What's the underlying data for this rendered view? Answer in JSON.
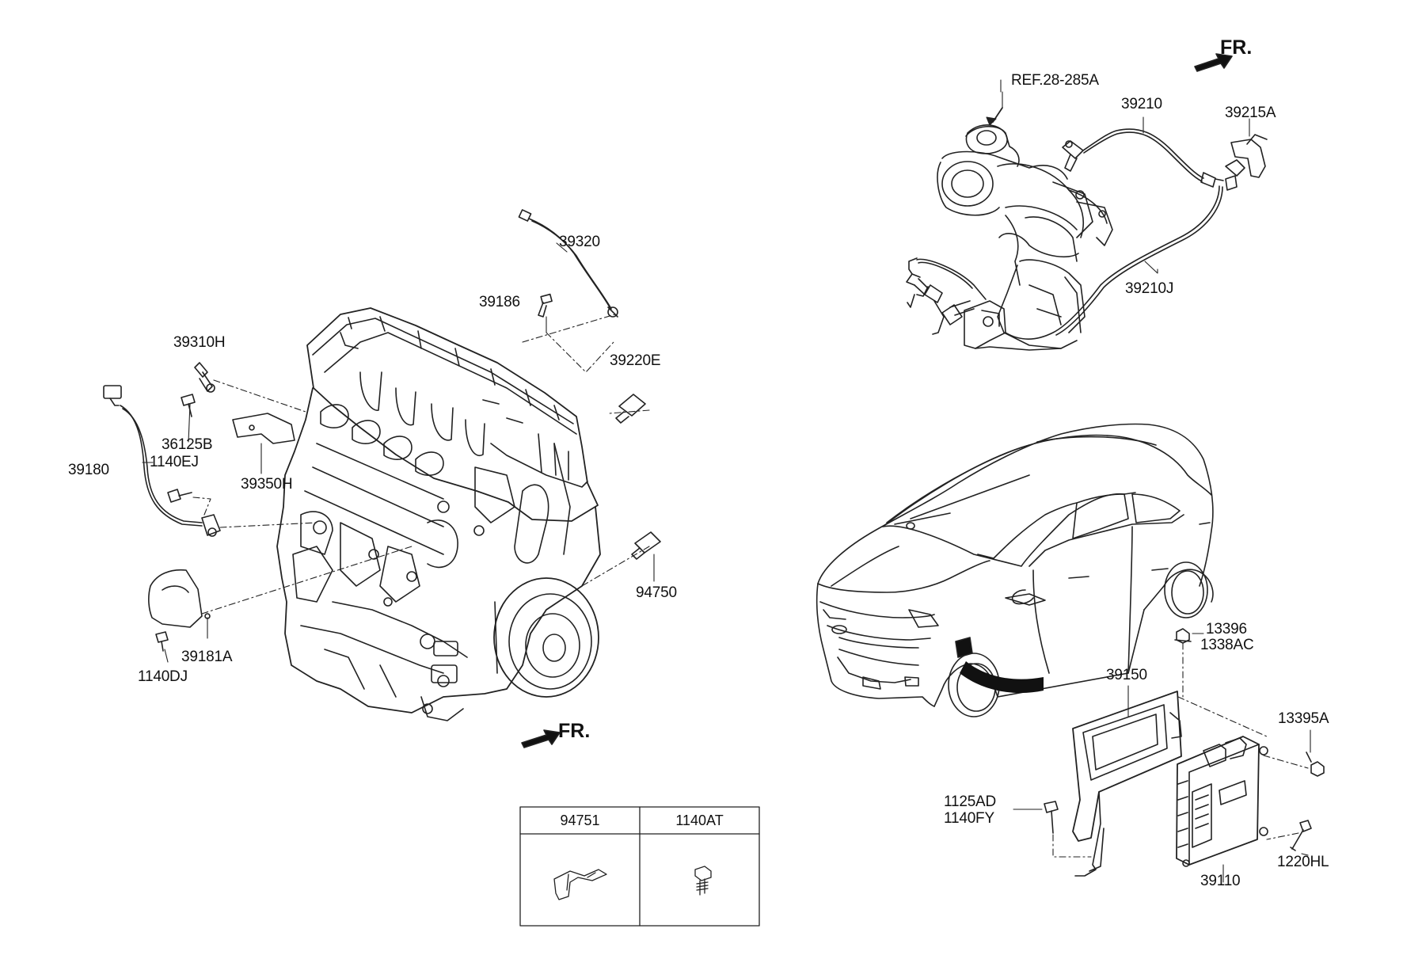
{
  "parts": {
    "p39320": "39320",
    "p39186": "39186",
    "p39310H": "39310H",
    "p39220E": "39220E",
    "p36125B": "36125B",
    "p39180": "39180",
    "p1140EJ": "1140EJ",
    "p39350H": "39350H",
    "p94750": "94750",
    "p39181A": "39181A",
    "p1140DJ": "1140DJ",
    "ref": "REF.28-285A",
    "p39210": "39210",
    "p39215A": "39215A",
    "p39210J": "39210J",
    "p13396": "13396",
    "p1338AC": "1338AC",
    "p39150": "39150",
    "p13395A": "13395A",
    "p1125AD": "1125AD",
    "p1140FY": "1140FY",
    "p1220HL": "1220HL",
    "p39110": "39110"
  },
  "front_marker": {
    "engine": "FR.",
    "exhaust": "FR."
  },
  "table": {
    "col1": "94751",
    "col2": "1140AT"
  }
}
